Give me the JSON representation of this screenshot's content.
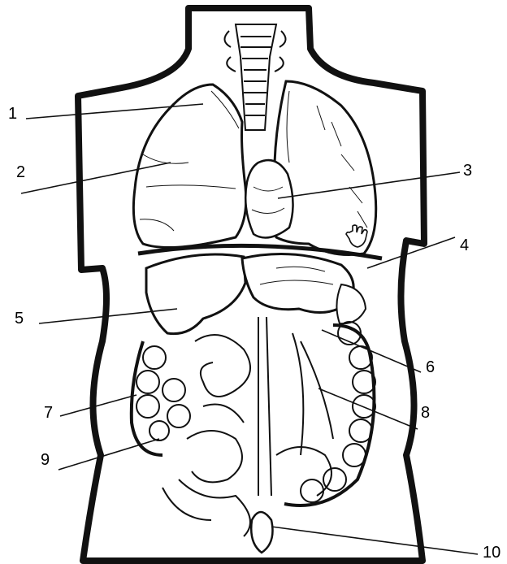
{
  "labels": [
    {
      "id": "1",
      "text": "1"
    },
    {
      "id": "2",
      "text": "2"
    },
    {
      "id": "3",
      "text": "3"
    },
    {
      "id": "4",
      "text": "4"
    },
    {
      "id": "5",
      "text": "5"
    },
    {
      "id": "6",
      "text": "6"
    },
    {
      "id": "7",
      "text": "7"
    },
    {
      "id": "8",
      "text": "8"
    },
    {
      "id": "9",
      "text": "9"
    },
    {
      "id": "10",
      "text": "10"
    }
  ],
  "colors": {
    "ink": "#111111",
    "paper": "#ffffff"
  },
  "cursor_icon": "hand-pointer-icon"
}
